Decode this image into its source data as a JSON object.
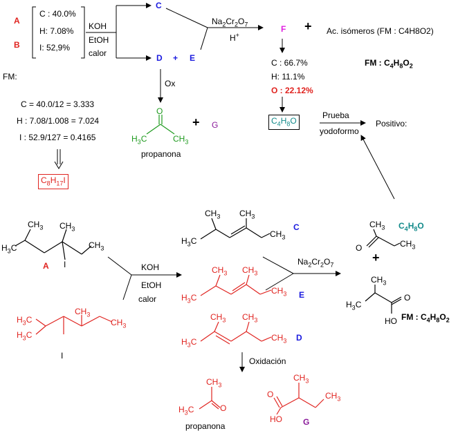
{
  "top": {
    "label_a": "A",
    "label_b": "B",
    "composition": {
      "c": "C : 40.0%",
      "h": "H: 7.08%",
      "i": "I: 52,9%"
    },
    "reagents": {
      "base": "KOH",
      "solvent": "EtOH",
      "heat": "calor"
    },
    "products": {
      "c": "C",
      "d": "D",
      "plus": "+",
      "e": "E"
    },
    "oxidant": {
      "prefix": "Na",
      "sub1": "2",
      "mid": "Cr",
      "sub2": "2",
      "o": "O",
      "sub3": "7",
      "acid": "H",
      "acid_sup": "+"
    },
    "f": "F",
    "plus_big": "+",
    "acid_isomers": "Ac. isómeros (FM : C4H8O2)",
    "fm_acid": {
      "prefix": "FM : C",
      "s1": "4",
      "h": "H",
      "s2": "8",
      "o": "O",
      "s3": "2"
    },
    "f_composition": {
      "c": "C : 66.7%",
      "h": "H: 11.1%",
      "o": "O : 22.12%"
    },
    "f_formula": {
      "c": "C",
      "s1": "4",
      "h": "H",
      "s2": "8",
      "o": "O"
    },
    "test": {
      "line1": "Prueba",
      "line2": "yodoformo",
      "result": "Positivo:"
    },
    "ox": "Ox",
    "propanona": "propanona",
    "g": "G",
    "fm_label": "FM:",
    "calc": {
      "c": "C = 40.0/12 = 3.333",
      "h": "H : 7.08/1.008 = 7.024",
      "i": "I : 52.9/127 = 0.4165"
    },
    "formula_a": {
      "c": "C",
      "s1": "8",
      "h": "H",
      "s2": "17",
      "i": "I"
    }
  },
  "bottom": {
    "label_a": "A",
    "reagents": {
      "base": "KOH",
      "solvent": "EtOH",
      "heat": "calor"
    },
    "label_c": "C",
    "label_e": "E",
    "label_d": "D",
    "oxidant": {
      "prefix": "Na",
      "sub1": "2",
      "mid": "Cr",
      "sub2": "2",
      "o": "O",
      "sub3": "7"
    },
    "oxidation": "Oxidación",
    "butanone_formula": {
      "c": "C",
      "s1": "4",
      "h": "H",
      "s2": "8",
      "o": "O"
    },
    "fm_acid": {
      "prefix": "FM : C",
      "s1": "4",
      "h": "H",
      "s2": "8",
      "o": "O",
      "s3": "2"
    },
    "propanona": "propanona",
    "g": "G",
    "plus_big": "+"
  },
  "atoms": {
    "ch3": "CH",
    "h3c": "H",
    "three": "3",
    "c": "C",
    "i": "I",
    "o": "O",
    "ho": "HO"
  },
  "colors": {
    "red": "#e0231f",
    "blue": "#1a1adf",
    "teal": "#128a8a",
    "green": "#1e9a1e",
    "purple": "#8a1a9a",
    "magenta": "#e020e0"
  }
}
